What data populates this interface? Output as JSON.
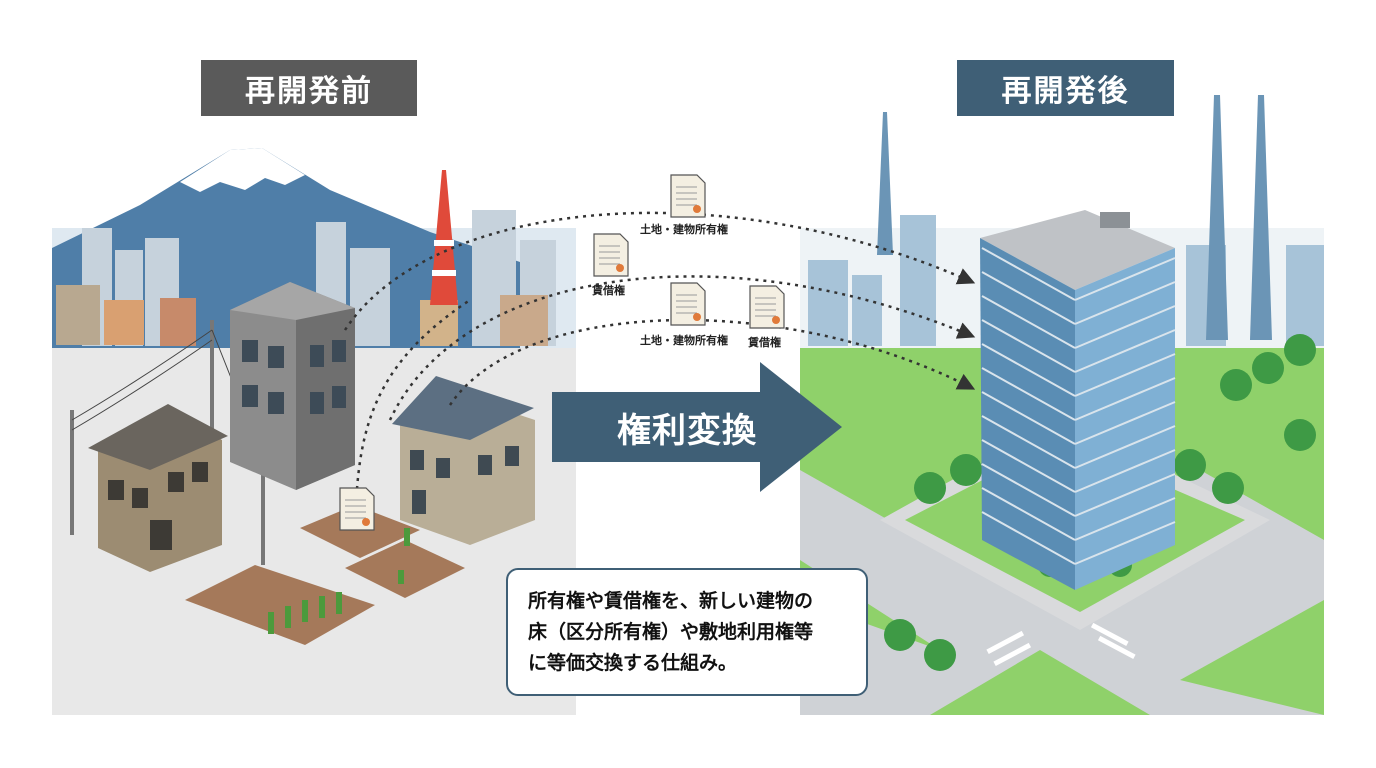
{
  "labels": {
    "before": "再開発前",
    "after": "再開発後"
  },
  "arrow": {
    "text": "権利変換"
  },
  "rights": {
    "top": "土地・建物所有権",
    "lease_left": "賃借権",
    "middle": "土地・建物所有権",
    "lease_right": "賃借権"
  },
  "callout": {
    "line1": "所有権や賃借権を、新しい建物の",
    "line2": "床（区分所有権）や敷地利用権等",
    "line3": "に等価交換する仕組み。"
  },
  "colors": {
    "before_label": "#5a5a5a",
    "after_label": "#3f5f76",
    "arrow": "#3f5f76",
    "ground_before": "#e8e8e8",
    "lawn_after": "#8fd16a"
  }
}
